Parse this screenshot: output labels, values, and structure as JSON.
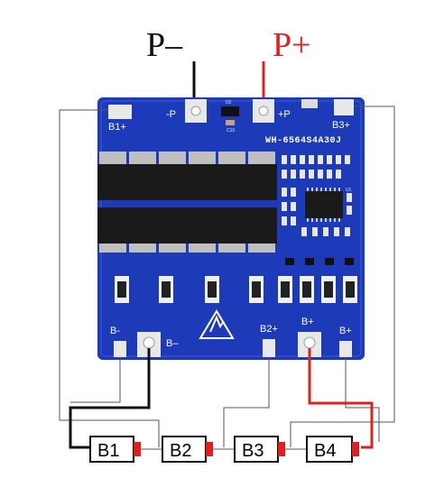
{
  "terminals": {
    "p_minus": "P–",
    "p_plus": "P+"
  },
  "board": {
    "model": "WH-6564S4A30J",
    "pads": {
      "b1_plus": "B1+",
      "b3_plus": "B3+",
      "b_minus_small": "B-",
      "b_minus_main": "B–",
      "b2_plus": "B2+",
      "b_plus_main": "B+",
      "b_plus_small": "B+",
      "p_minus_pad": "-P",
      "p_plus_pad": "+P"
    },
    "components": {
      "d2": "D2",
      "c10": "C10",
      "u1": "U1"
    }
  },
  "cells": [
    {
      "label": "B1"
    },
    {
      "label": "B2"
    },
    {
      "label": "B3"
    },
    {
      "label": "B4"
    }
  ],
  "colors": {
    "board": "#1d3bb8",
    "positive_wire": "#e0201e",
    "negative_wire": "#111111",
    "sense_wire": "#555555",
    "cell_cap": "#e0201e"
  }
}
